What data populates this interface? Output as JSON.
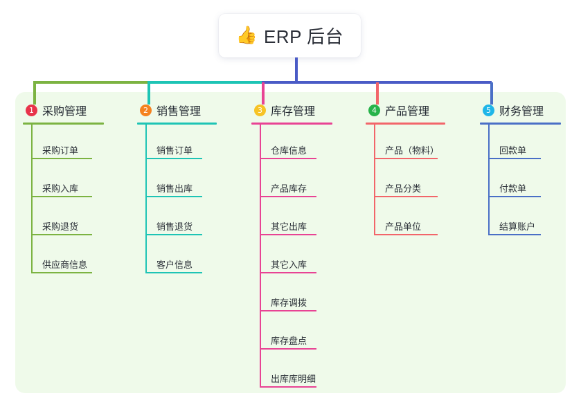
{
  "root": {
    "emoji": "👍",
    "emoji_name": "thumbs-up-icon",
    "title": "ERP 后台"
  },
  "palette": {
    "root_line": "#4a5bc6",
    "panel_bg": "#effaea",
    "page_bg": "#ffffff"
  },
  "columns": [
    {
      "index": "1",
      "title": "采购管理",
      "badge_color": "#e8334a",
      "line_color": "#7cb342",
      "items": [
        "采购订单",
        "采购入库",
        "采购退货",
        "供应商信息"
      ]
    },
    {
      "index": "2",
      "title": "销售管理",
      "badge_color": "#f5821f",
      "line_color": "#1ec4b5",
      "items": [
        "销售订单",
        "销售出库",
        "销售退货",
        "客户信息"
      ]
    },
    {
      "index": "3",
      "title": "库存管理",
      "badge_color": "#f7c325",
      "line_color": "#e84394",
      "items": [
        "仓库信息",
        "产品库存",
        "其它出库",
        "其它入库",
        "库存调拨",
        "库存盘点",
        "出库库明细"
      ]
    },
    {
      "index": "4",
      "title": "产品管理",
      "badge_color": "#27b34a",
      "line_color": "#f2656a",
      "items": [
        "产品（物料）",
        "产品分类",
        "产品单位"
      ]
    },
    {
      "index": "5",
      "title": "财务管理",
      "badge_color": "#1fb6e8",
      "line_color": "#4a6fc6",
      "items": [
        "回款单",
        "付款单",
        "结算账户"
      ]
    }
  ],
  "chart_data": {
    "type": "diagram",
    "title": "ERP 后台",
    "layout": "mind-map / tree, root on top with five branches",
    "branches": [
      {
        "label": "采购管理",
        "number": 1,
        "children": [
          "采购订单",
          "采购入库",
          "采购退货",
          "供应商信息"
        ]
      },
      {
        "label": "销售管理",
        "number": 2,
        "children": [
          "销售订单",
          "销售出库",
          "销售退货",
          "客户信息"
        ]
      },
      {
        "label": "库存管理",
        "number": 3,
        "children": [
          "仓库信息",
          "产品库存",
          "其它出库",
          "其它入库",
          "库存调拨",
          "库存盘点",
          "出库库明细"
        ]
      },
      {
        "label": "产品管理",
        "number": 4,
        "children": [
          "产品（物料）",
          "产品分类",
          "产品单位"
        ]
      },
      {
        "label": "财务管理",
        "number": 5,
        "children": [
          "回款单",
          "付款单",
          "结算账户"
        ]
      }
    ]
  }
}
